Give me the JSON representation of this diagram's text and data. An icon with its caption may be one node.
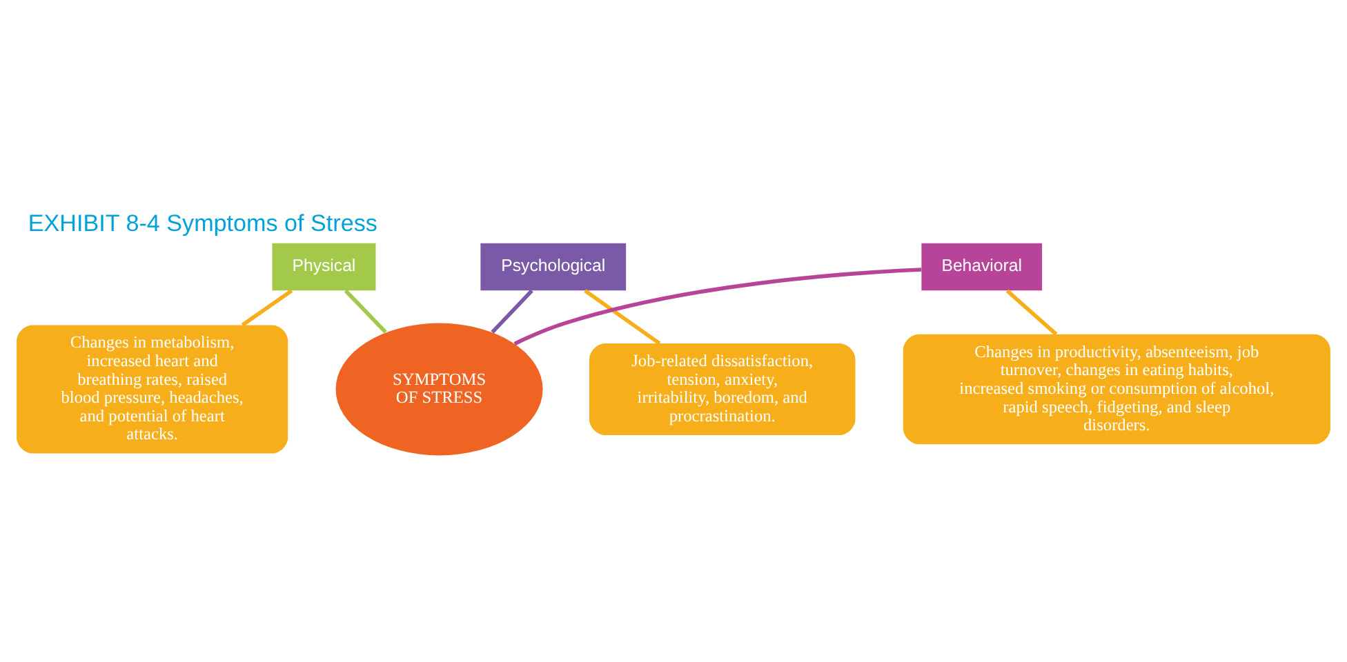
{
  "diagram": {
    "title": "EXHIBIT 8-4 Symptoms of Stress",
    "nodes": [
      {
        "text": [
          "Physical"
        ]
      },
      {
        "text": [
          "Psychological"
        ]
      },
      {
        "text": [
          "Changes in metabolism, increased heart and breathing rates, raised blood pressure, headaches, and potential of heart attacks."
        ]
      },
      {
        "text": [
          "SYMPTOMS OF STRESS"
        ]
      },
      {
        "text": [
          "Job-related dissatisfaction, tension, anxiety, irritability, boredom, and procrastination."
        ]
      },
      {
        "text": [
          "Behavioral"
        ]
      },
      {
        "text": [
          "Changes in productivity, absenteeism, job turnover, changes in eating habits, increased smoking or consumption of alcohol, rapid speech, fidgeting, and sleep disorders."
        ]
      }
    ],
    "edges": [
      {
        "from": 0,
        "to": 3,
        "arrow": "none",
        "color": "#a3c94a"
      },
      {
        "from": 0,
        "to": 2,
        "arrow": "none"
      },
      {
        "from": 1,
        "to": 3,
        "arrow": "none",
        "color": "#7a5aa6"
      },
      {
        "from": 1,
        "to": 4,
        "arrow": "none"
      },
      {
        "from": 5,
        "to": 3,
        "arrow": "none",
        "color": "#b8449a"
      },
      {
        "from": 5,
        "to": 6,
        "arrow": "none"
      }
    ]
  }
}
